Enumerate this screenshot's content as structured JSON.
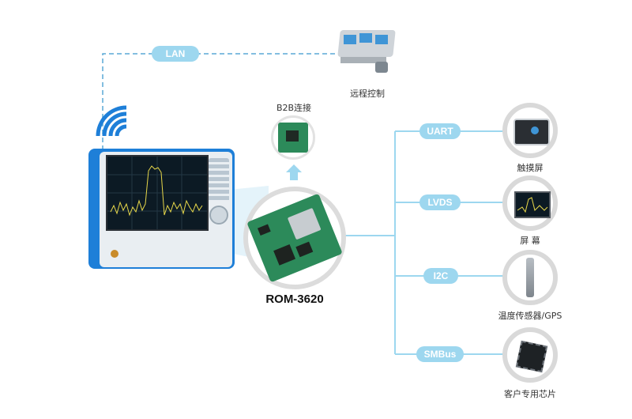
{
  "links": {
    "lan": "LAN",
    "uart": "UART",
    "lvds": "LVDS",
    "i2c": "I2C",
    "smbus": "SMBus"
  },
  "labels": {
    "remote_control": "远程控制",
    "b2b": "B2B连接",
    "touchscreen": "触摸屏",
    "screen": "屏 幕",
    "sensor": "温度传感器/GPS",
    "custom_chip": "客户专用芯片",
    "module": "ROM-3620"
  },
  "colors": {
    "line": "#9dd7ef",
    "dashed_line": "#5aa9d6",
    "instrument_blue": "#1e7fd8",
    "board_green": "#2c8a5a"
  }
}
